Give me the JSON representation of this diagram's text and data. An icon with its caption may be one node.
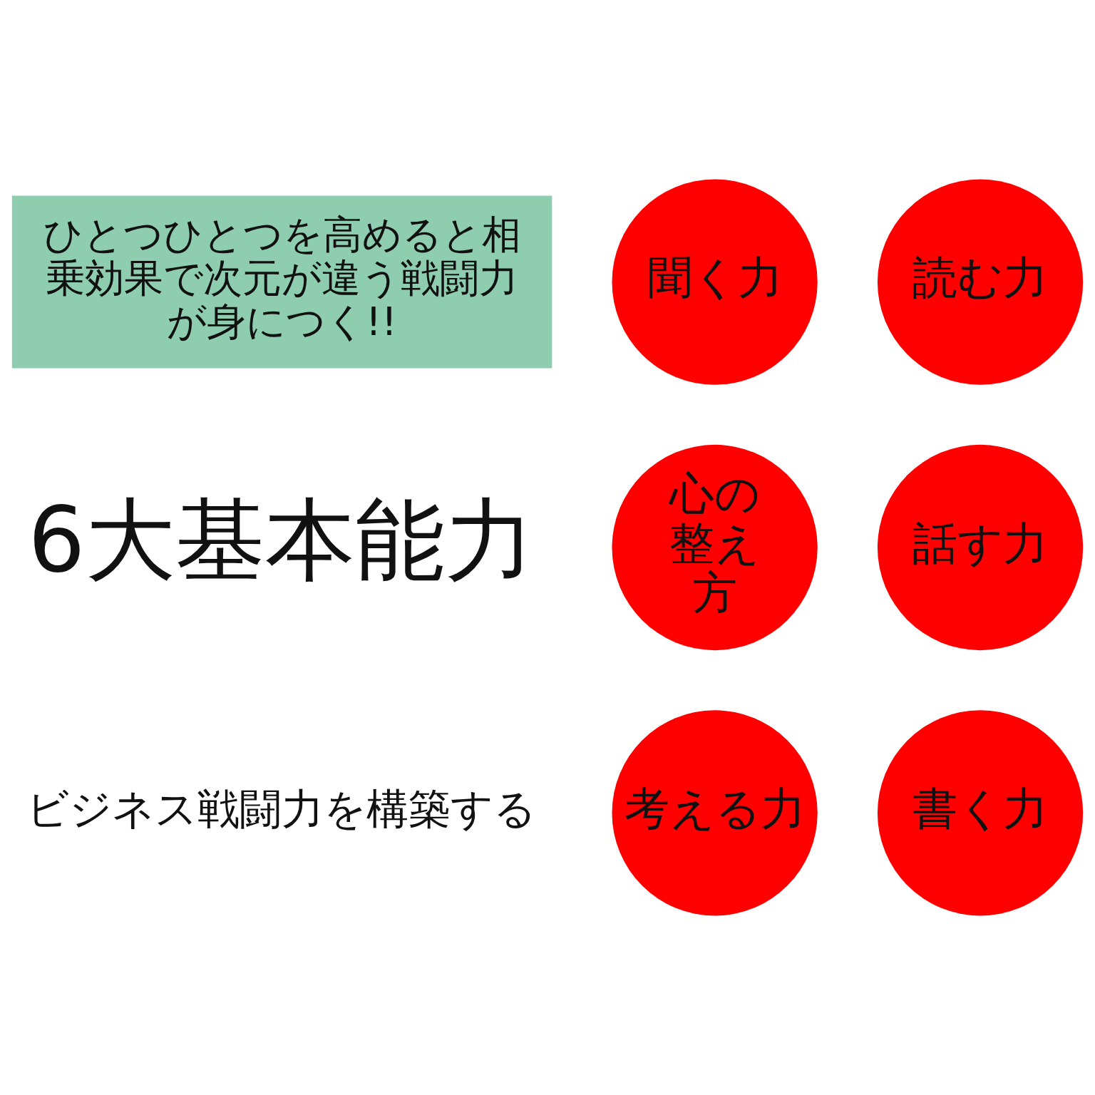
{
  "diagram": {
    "nodes": [
      {
        "text": [
          "ひとつひとつを高めると相乗効果で次元が違う戦闘力が身につく!!"
        ]
      },
      {
        "text": [
          "聞く力"
        ]
      },
      {
        "text": [
          "心の整え方"
        ]
      },
      {
        "text": [
          "考える力"
        ]
      },
      {
        "text": [
          "読む力"
        ]
      },
      {
        "text": [
          "話す力"
        ]
      },
      {
        "text": [
          "書く力"
        ]
      }
    ],
    "edges": [],
    "labels": [
      "ビジネス戦闘力を構築する",
      "6大基本能力"
    ]
  }
}
